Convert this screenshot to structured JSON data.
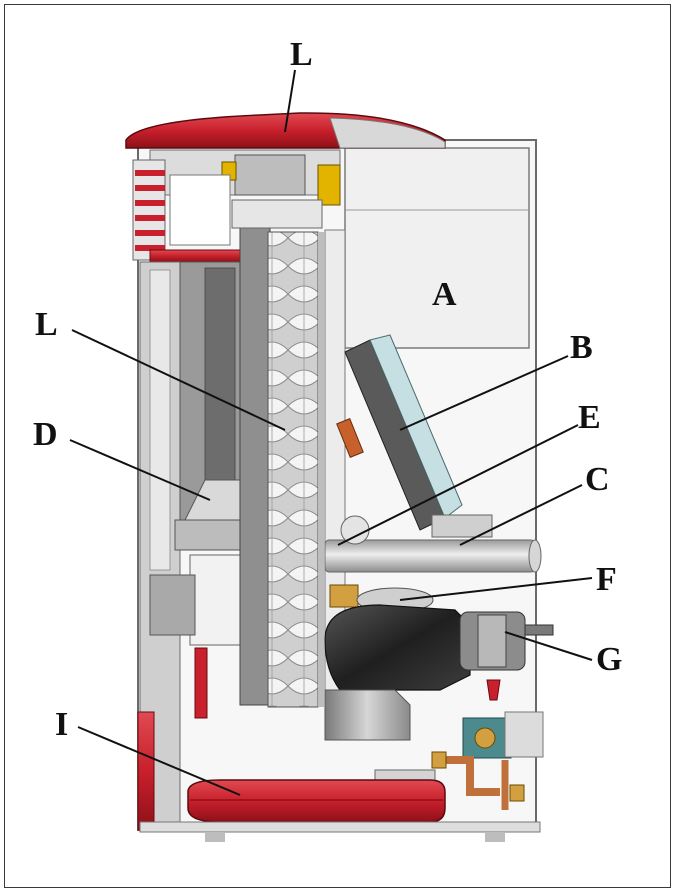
{
  "diagram": {
    "labels": {
      "L_top": "L",
      "A": "A",
      "L_left": "L",
      "B": "B",
      "D": "D",
      "E": "E",
      "C": "C",
      "F": "F",
      "G": "G",
      "I": "I"
    },
    "colors": {
      "accent_red": "#c8202c",
      "body_gray": "#bdbdbd",
      "dark": "#2b2b2b",
      "panel": "#f2f2f2"
    }
  }
}
